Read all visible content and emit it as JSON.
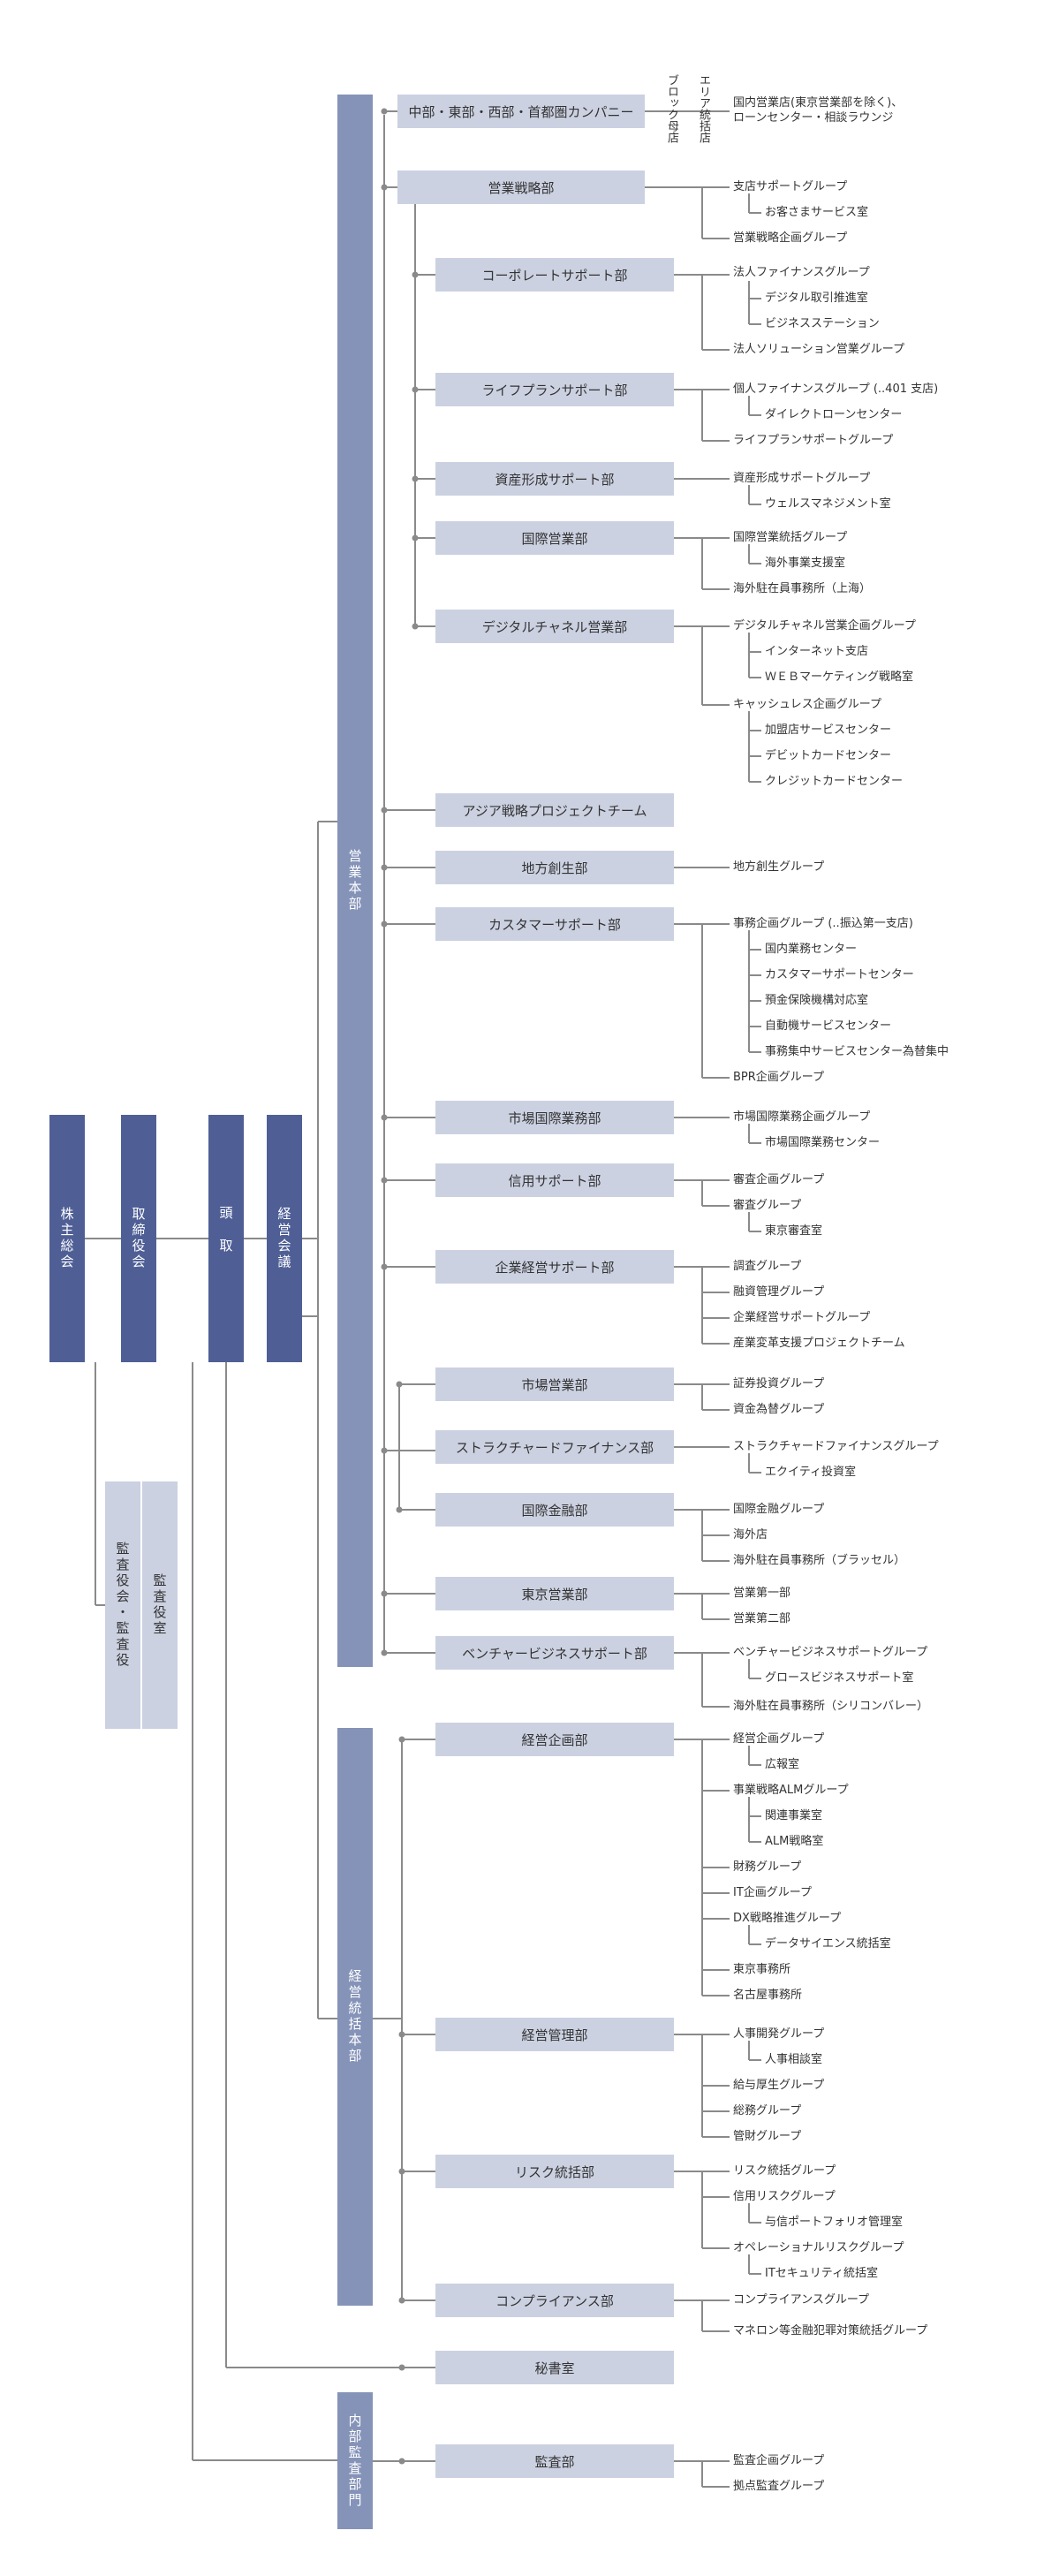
{
  "top_boxes": {
    "shareholders": "株主総会",
    "board": "取締役会",
    "president": "頭取",
    "mgmt_council": "経営会議",
    "audit_committee": "監査役会・監査役",
    "audit_office": "監査役室"
  },
  "divisions": {
    "sales": "営業本部",
    "corporate": "経営統括本部",
    "internal_audit": "内部監査部門"
  },
  "branches": {
    "block": "ブロック母店",
    "area": "エリア統括店"
  },
  "departments": [
    {
      "name": "中部・東部・西部・首都圏カンパニー",
      "items": [
        "国内営業店(東京営業部を除く)、",
        "ローンセンター・相談ラウンジ"
      ]
    },
    {
      "name": "営業戦略部",
      "items": [
        "支店サポートグループ",
        "お客さまサービス室",
        "営業戦略企画グループ"
      ]
    },
    {
      "name": "コーポレートサポート部",
      "items": [
        "法人ファイナンスグループ",
        "デジタル取引推進室",
        "ビジネスステーション",
        "法人ソリューション営業グループ"
      ]
    },
    {
      "name": "ライフプランサポート部",
      "items": [
        "個人ファイナンスグループ (..401 支店)",
        "ダイレクトローンセンター",
        "ライフプランサポートグループ"
      ]
    },
    {
      "name": "資産形成サポート部",
      "items": [
        "資産形成サポートグループ",
        "ウェルスマネジメント室"
      ]
    },
    {
      "name": "国際営業部",
      "items": [
        "国際営業統括グループ",
        "海外事業支援室",
        "海外駐在員事務所（上海）"
      ]
    },
    {
      "name": "デジタルチャネル営業部",
      "items": [
        "デジタルチャネル営業企画グループ",
        "インターネット支店",
        "ＷＥＢマーケティング戦略室",
        "キャッシュレス企画グループ",
        "加盟店サービスセンター",
        "デビットカードセンター",
        "クレジットカードセンター"
      ]
    },
    {
      "name": "アジア戦略プロジェクトチーム",
      "items": []
    },
    {
      "name": "地方創生部",
      "items": [
        "地方創生グループ"
      ]
    },
    {
      "name": "カスタマーサポート部",
      "items": [
        "事務企画グループ (..振込第一支店)",
        "国内業務センター",
        "カスタマーサポートセンター",
        "預金保険機構対応室",
        "自動機サービスセンター",
        "事務集中サービスセンター為替集中",
        "BPR企画グループ"
      ]
    },
    {
      "name": "市場国際業務部",
      "items": [
        "市場国際業務企画グループ",
        "市場国際業務センター"
      ]
    },
    {
      "name": "信用サポート部",
      "items": [
        "審査企画グループ",
        "審査グループ",
        "東京審査室"
      ]
    },
    {
      "name": "企業経営サポート部",
      "items": [
        "調査グループ",
        "融資管理グループ",
        "企業経営サポートグループ",
        "産業変革支援プロジェクトチーム"
      ]
    },
    {
      "name": "市場営業部",
      "items": [
        "証券投資グループ",
        "資金為替グループ"
      ]
    },
    {
      "name": "ストラクチャードファイナンス部",
      "items": [
        "ストラクチャードファイナンスグループ",
        "エクイティ投資室"
      ]
    },
    {
      "name": "国際金融部",
      "items": [
        "国際金融グループ",
        "海外店",
        "海外駐在員事務所（ブラッセル）"
      ]
    },
    {
      "name": "東京営業部",
      "items": [
        "営業第一部",
        "営業第二部"
      ]
    },
    {
      "name": "ベンチャービジネスサポート部",
      "items": [
        "ベンチャービジネスサポートグループ",
        "グロースビジネスサポート室",
        "海外駐在員事務所（シリコンバレー）"
      ]
    },
    {
      "name": "経営企画部",
      "items": [
        "経営企画グループ",
        "広報室",
        "事業戦略ALMグループ",
        "関連事業室",
        "ALM戦略室",
        "財務グループ",
        "IT企画グループ",
        "DX戦略推進グループ",
        "データサイエンス統括室",
        "東京事務所",
        "名古屋事務所"
      ]
    },
    {
      "name": "経営管理部",
      "items": [
        "人事開発グループ",
        "人事相談室",
        "給与厚生グループ",
        "総務グループ",
        "管財グループ"
      ]
    },
    {
      "name": "リスク統括部",
      "items": [
        "リスク統括グループ",
        "信用リスクグループ",
        "与信ポートフォリオ管理室",
        "オペレーショナルリスクグループ",
        "ITセキュリティ統括室"
      ]
    },
    {
      "name": "コンプライアンス部",
      "items": [
        "コンプライアンスグループ",
        "マネロン等金融犯罪対策統括グループ"
      ]
    },
    {
      "name": "秘書室",
      "items": []
    },
    {
      "name": "監査部",
      "items": [
        "監査企画グループ",
        "拠点監査グループ"
      ]
    }
  ],
  "colors": {
    "dark_box": "#4f5f96",
    "mid_box": "#8593b8",
    "light_box": "#cbd1e1",
    "line": "#8a8a8a"
  }
}
